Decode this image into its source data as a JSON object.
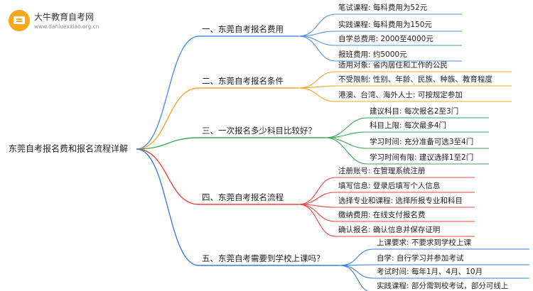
{
  "logo": {
    "title": "大牛教育自考网",
    "url": "www.daniuexxiao.org.cn"
  },
  "root": {
    "label": "东莞自考报名费和报名流程详解"
  },
  "branches": [
    {
      "label": "一、东莞自考报名费用",
      "color": "#4a90e2",
      "children": [
        "笔试课程: 每科费用为52元",
        "实践课程: 每科费用为150元",
        "自学总费用: 2000至4000元",
        "报班费用: 约5000元"
      ]
    },
    {
      "label": "二、东莞自考报名条件",
      "color": "#f5a623",
      "children": [
        "适用对象: 省内居住和工作的公民",
        "不受限制: 性别、年龄、民族、种族、教育程度",
        "港澳、台湾、海外人士: 可按规定参加"
      ]
    },
    {
      "label": "三、一次报名多少科目比较好？",
      "color": "#3aa655",
      "children": [
        "建议科目: 每次报名2至3门",
        "科目上限: 每次最多4门",
        "学习时间: 充分准备可选3至4门",
        "学习时间有限: 建议选择1至2门"
      ]
    },
    {
      "label": "四、东莞自考报名流程",
      "color": "#e8453c",
      "children": [
        "注册账号: 在管理系统注册",
        "填写信息: 登录后填写个人信息",
        "选择专业和课程: 选择所报专业和科目",
        "缴纳费用: 在线支付报名费",
        "确认报名: 确认信息并保存证明"
      ]
    },
    {
      "label": "五、东莞自考需要到学校上课吗？",
      "color": "#3b7dd8",
      "children": [
        "上课要求: 不要求到学校上课",
        "自学: 自行学习并参加考试",
        "考试时间: 每年1月、4月、10月",
        "实践课程: 部分需到校考试，部分可线上"
      ]
    }
  ]
}
